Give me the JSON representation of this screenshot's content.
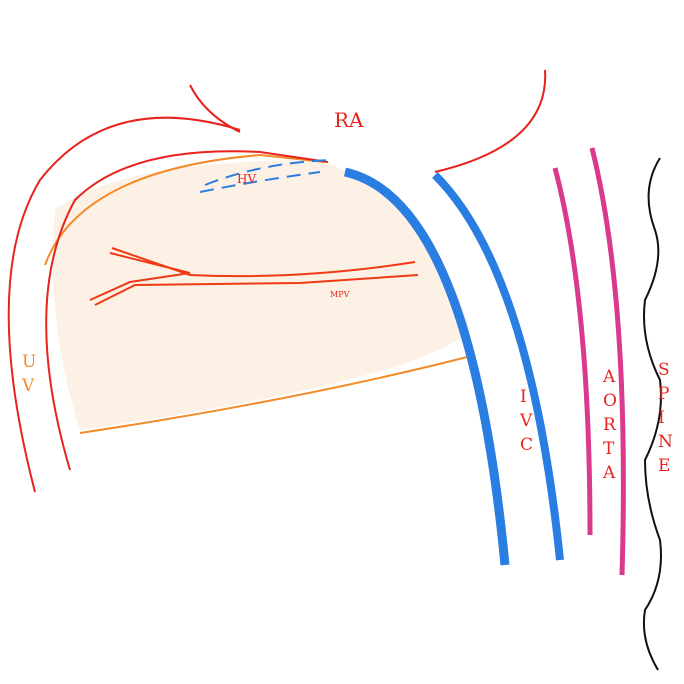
{
  "labels": {
    "ra": "RA",
    "hv": "HV",
    "mpv": "MPV",
    "uv": "U V",
    "ivc": "I V C",
    "aorta": "A O R T A",
    "spine": "S P I N E"
  },
  "colors": {
    "red": "#e8231e",
    "orange_red": "#f03a16",
    "orange": "#f28c28",
    "liver_fill": "#fbe3cf",
    "blue": "#2a7de1",
    "magenta": "#d93a8c",
    "black": "#111111"
  }
}
